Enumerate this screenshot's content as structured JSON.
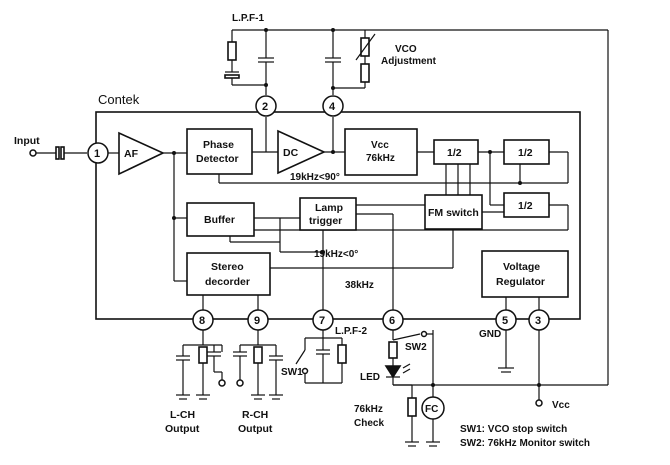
{
  "brand": "Contek",
  "blocks": {
    "af": "AF",
    "phase_1": "Phase",
    "phase_2": "Detector",
    "dc": "DC",
    "vcc_1": "Vcc",
    "vcc_2": "76kHz",
    "div_1": "1/2",
    "div_2": "1/2",
    "div_3": "1/2",
    "buffer": "Buffer",
    "lamp_1": "Lamp",
    "lamp_2": "trigger",
    "fm_switch": "FM switch",
    "stereo_1": "Stereo",
    "stereo_2": "decorder",
    "vreg_1": "Voltage",
    "vreg_2": "Regulator"
  },
  "labels": {
    "input": "Input",
    "lpf1": "L.P.F-1",
    "vco_adj_1": "VCO",
    "vco_adj_2": "Adjustment",
    "phase90": "19kHz<90°",
    "phase0": "19kHz<0°",
    "f38": "38kHz",
    "lpf2": "L.P.F-2",
    "sw1": "SW1",
    "sw2": "SW2",
    "led": "LED",
    "gnd": "GND",
    "vcc": "Vcc",
    "fc": "FC",
    "lch_1": "L-CH",
    "lch_2": "Output",
    "rch_1": "R-CH",
    "rch_2": "Output",
    "check_1": "76kHz",
    "check_2": "Check",
    "legend_1": "SW1:  VCO stop switch",
    "legend_2": "SW2:  76kHz Monitor switch"
  },
  "pins": {
    "p1": "1",
    "p2": "2",
    "p3": "3",
    "p4": "4",
    "p5": "5",
    "p6": "6",
    "p7": "7",
    "p8": "8",
    "p9": "9"
  }
}
